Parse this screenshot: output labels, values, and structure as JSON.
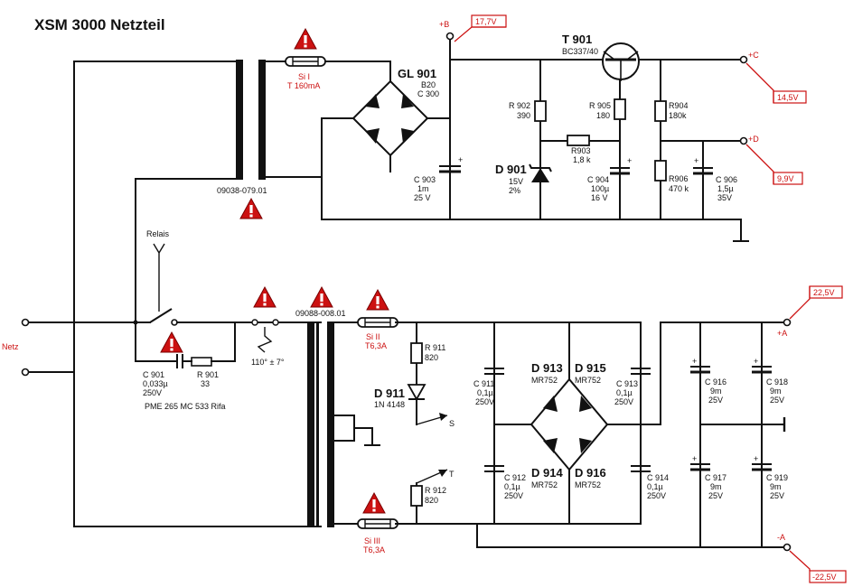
{
  "title": "XSM 3000 Netzteil",
  "transformers": {
    "upper": "09038-079.01",
    "lower": "09088-008.01"
  },
  "fuses": {
    "si1": {
      "name": "Si I",
      "rating": "T 160mA"
    },
    "si2": {
      "name": "Si II",
      "rating": "T6,3A"
    },
    "si3": {
      "name": "Si III",
      "rating": "T6,3A"
    }
  },
  "bridge_gl901": {
    "name": "GL 901",
    "l1": "B20",
    "l2": "C 300"
  },
  "transistor": {
    "name": "T 901",
    "type": "BC337/40"
  },
  "nodes": {
    "b": "+B",
    "c": "+C",
    "d": "+D",
    "plus_a": "+A",
    "minus_a": "-A",
    "s": "S",
    "t": "T"
  },
  "voltages": {
    "b": "17,7V",
    "c": "14,5V",
    "d": "9,9V",
    "plus_a": "22,5V",
    "minus_a": "-22,5V"
  },
  "components": {
    "c903": {
      "name": "C 903",
      "v1": "1m",
      "v2": "25 V"
    },
    "r902": {
      "name": "R 902",
      "v1": "390"
    },
    "d901": {
      "name": "D 901",
      "v1": "15V",
      "v2": "2%"
    },
    "r905": {
      "name": "R 905",
      "v1": "180"
    },
    "r903": {
      "name": "R903",
      "v1": "1,8 k"
    },
    "c904": {
      "name": "C 904",
      "v1": "100µ",
      "v2": "16 V"
    },
    "r904": {
      "name": "R904",
      "v1": "180k"
    },
    "r906": {
      "name": "R906",
      "v1": "470 k"
    },
    "c906": {
      "name": "C 906",
      "v1": "1,5µ",
      "v2": "35V"
    },
    "c901": {
      "name": "C 901",
      "v1": "0,033µ",
      "v2": "250V",
      "note": "PME 265 MC 533 Rifa"
    },
    "r901": {
      "name": "R 901",
      "v1": "33"
    },
    "thermo": {
      "v1": "110° ± 7°"
    },
    "relais": {
      "name": "Relais"
    },
    "netz": {
      "name": "Netz"
    },
    "r911": {
      "name": "R 911",
      "v1": "820"
    },
    "d911": {
      "name": "D 911",
      "v1": "1N 4148"
    },
    "r912": {
      "name": "R 912",
      "v1": "820"
    },
    "c911": {
      "name": "C 911",
      "v1": "0,1µ",
      "v2": "250V"
    },
    "c912": {
      "name": "C 912",
      "v1": "0,1µ",
      "v2": "250V"
    },
    "c913": {
      "name": "C 913",
      "v1": "0,1µ",
      "v2": "250V"
    },
    "c914": {
      "name": "C 914",
      "v1": "0,1µ",
      "v2": "250V"
    },
    "d913": {
      "name": "D 913",
      "v1": "MR752"
    },
    "d914": {
      "name": "D 914",
      "v1": "MR752"
    },
    "d915": {
      "name": "D 915",
      "v1": "MR752"
    },
    "d916": {
      "name": "D 916",
      "v1": "MR752"
    },
    "c916": {
      "name": "C 916",
      "v1": "9m",
      "v2": "25V"
    },
    "c917": {
      "name": "C 917",
      "v1": "9m",
      "v2": "25V"
    },
    "c918": {
      "name": "C 918",
      "v1": "9m",
      "v2": "25V"
    },
    "c919": {
      "name": "C 919",
      "v1": "9m",
      "v2": "25V"
    }
  },
  "colors": {
    "ink": "#111111",
    "warning": "#cc1111"
  },
  "icons": [
    "warning-triangle-icon",
    "fuse-icon",
    "diode-icon",
    "zener-diode-icon",
    "resistor-icon",
    "capacitor-icon",
    "electrolytic-capacitor-icon",
    "transistor-icon",
    "transformer-icon",
    "switch-icon",
    "ground-icon"
  ]
}
